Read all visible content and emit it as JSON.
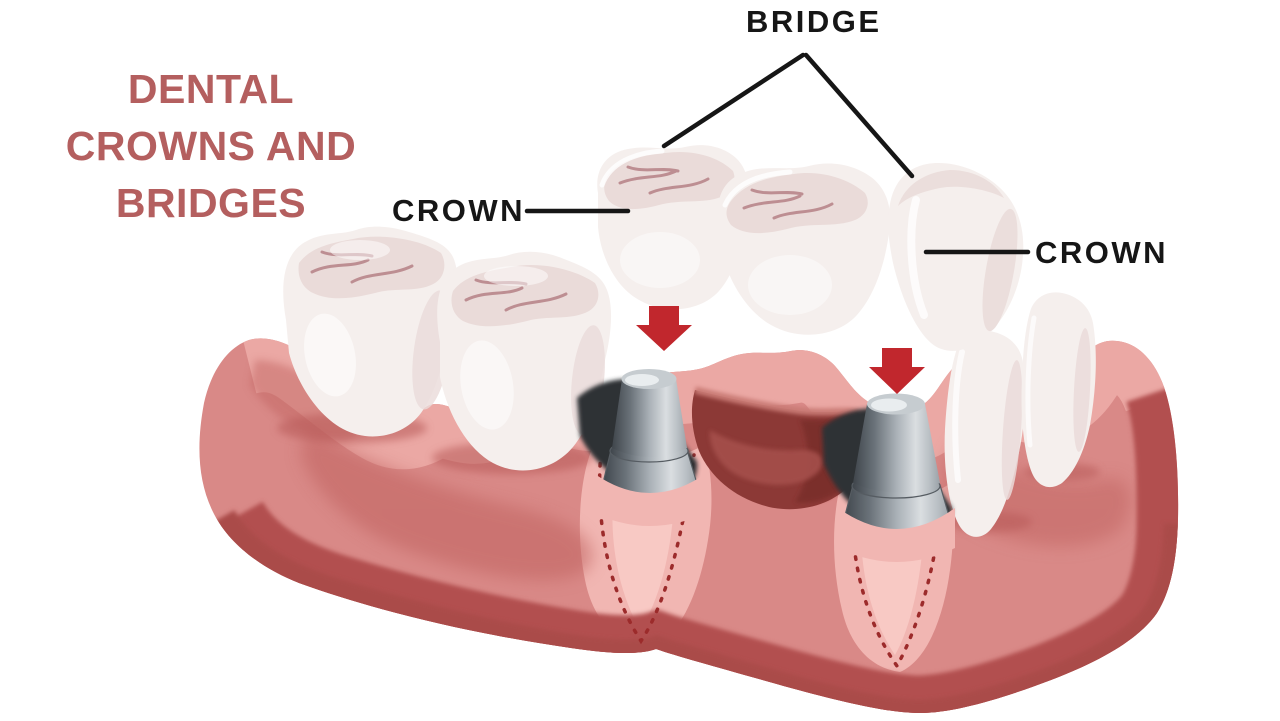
{
  "title": {
    "text": "DENTAL CROWNS AND BRIDGES"
  },
  "annotations": {
    "bridge": {
      "label": "BRIDGE",
      "points_to": "three-unit bridge (two crowns + pontic)"
    },
    "crown_left": {
      "label": "CROWN",
      "points_to": "left crown of bridge"
    },
    "crown_right": {
      "label": "CROWN",
      "points_to": "right crown of bridge"
    }
  },
  "figure": {
    "type": "dental-illustration",
    "elements": [
      "lower-gum",
      "molar-on-gum-left-1",
      "molar-on-gum-left-2",
      "premolar-on-gum-right-1",
      "premolar-on-gum-right-2",
      "abutment-stub-left",
      "abutment-stub-right",
      "edentulous-pocket",
      "dotted-root-outline-left",
      "dotted-root-outline-right",
      "floating-bridge-crown-left",
      "floating-bridge-pontic",
      "floating-bridge-crown-right",
      "red-arrow-down-left",
      "red-arrow-down-right"
    ]
  },
  "colors": {
    "background": "#ffffff",
    "title": "#b45f5f",
    "label": "#161616",
    "line": "#161616",
    "arrow": "#c1272d",
    "gum": "#d98987",
    "gum_light": "#eba8a4",
    "gum_lighter": "#f1b6b2",
    "root_highlight": "#f8c9c4",
    "gum_shadow": "#c26663",
    "gum_deep": "#b2504f",
    "gum_edge": "#aa4b4a",
    "pocket": "#8c3936",
    "pocket_deep": "#7a2e2c",
    "pocket_swirl": "#a5504c",
    "pocket_rim": "#c97a75",
    "dotted_root": "#9c2b2b",
    "socket": "#2d3134",
    "tooth": "#f5efed",
    "tooth_shade": "#eadbd9",
    "tooth_crevice": "#bd8e92",
    "tooth_highlight": "#ffffff",
    "stub_dark": "#3f454b",
    "stub_mid": "#aab1b7",
    "stub_light": "#dadee1",
    "stub_cap": "#c6ccd0"
  }
}
